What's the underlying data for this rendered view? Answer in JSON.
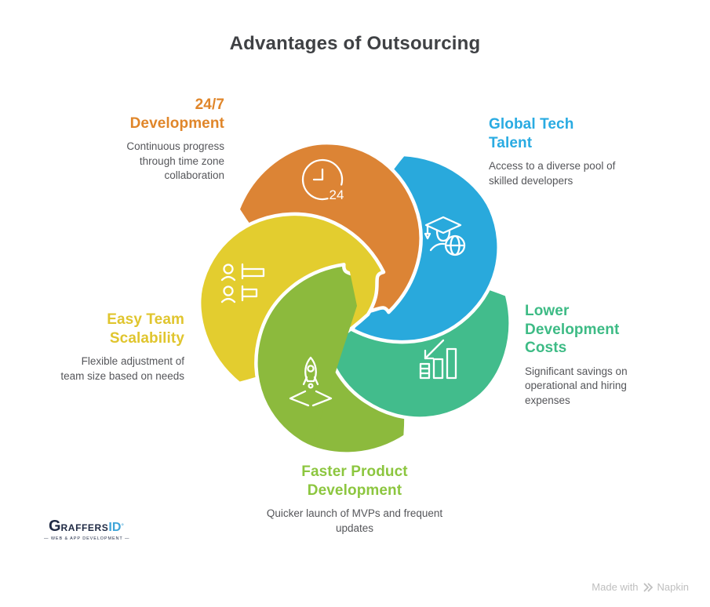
{
  "title": "Advantages of Outsourcing",
  "petals": [
    {
      "id": "247-development",
      "label": "24/7 Development",
      "description": "Continuous progress through time zone collaboration",
      "color": "#DC8435",
      "heading_color": "#E0862A",
      "icon": "clock-24-icon",
      "icon_text": "24"
    },
    {
      "id": "global-tech-talent",
      "label": "Global Tech Talent",
      "description": "Access to a diverse pool of skilled developers",
      "color": "#29A9DC",
      "heading_color": "#29ABE2",
      "icon": "graduate-globe-icon"
    },
    {
      "id": "lower-development-costs",
      "label": "Lower Development Costs",
      "description": "Significant savings on operational and hiring expenses",
      "color": "#42BC8C",
      "heading_color": "#3DBB85",
      "icon": "cost-decrease-chart-icon"
    },
    {
      "id": "faster-product-development",
      "label": "Faster Product Development",
      "description": "Quicker launch of MVPs and frequent updates",
      "color": "#8CBA3D",
      "heading_color": "#8CC63F",
      "icon": "rocket-launch-icon"
    },
    {
      "id": "easy-team-scalability",
      "label": "Easy Team Scalability",
      "description": "Flexible adjustment of team size based on needs",
      "color": "#E3CD2F",
      "heading_color": "#E0C52E",
      "icon": "team-scalability-icon"
    }
  ],
  "logo": {
    "brand_g": "G",
    "brand_rest": "RAFFERS",
    "brand_id": "ID",
    "degree": "°",
    "tagline": "— WEB & APP DEVELOPMENT —"
  },
  "attribution": {
    "prefix": "Made with",
    "brand": "Napkin"
  }
}
